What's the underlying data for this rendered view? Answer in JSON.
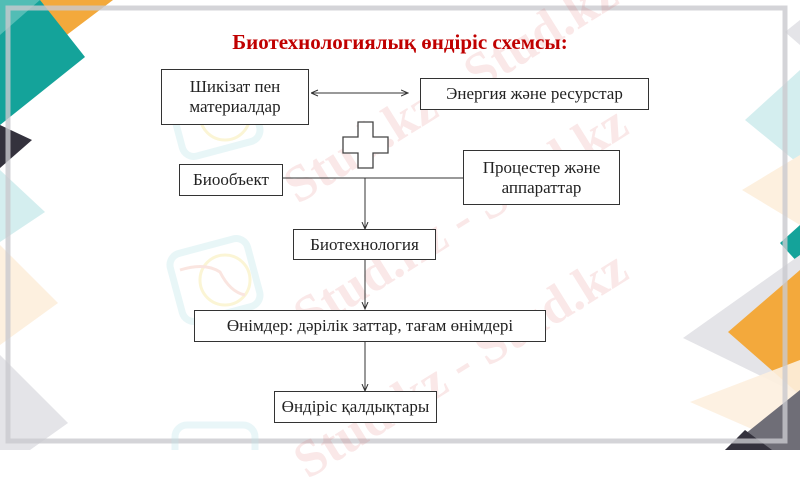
{
  "slide": {
    "title": "Биотехнологиялық өндіріс схемсы:",
    "title_color": "#c00000",
    "watermark_text": "Stud.kz",
    "watermarks": [
      "Stud.kz - Stud.kz",
      "Stud.kz - Stud.kz",
      "Stud.kz - Stud.kz"
    ]
  },
  "diagram": {
    "nodes": {
      "raw_materials": {
        "line1": "Шикізат пен",
        "line2": "материалдар"
      },
      "energy": {
        "label": "Энергия және ресурстар"
      },
      "plus_icon": "plus-icon",
      "bioobject": {
        "label": "Биообъект"
      },
      "processes": {
        "line1": "Процестер және",
        "line2": "аппараттар"
      },
      "biotechnology": {
        "label": "Биотехнология"
      },
      "products": {
        "label": "Өнімдер: дәрілік заттар, тағам өнімдері"
      },
      "waste": {
        "label": "Өндіріс қалдықтары"
      }
    },
    "edges": [
      {
        "from": "raw_materials",
        "to": "energy",
        "type": "bidirectional-arrow"
      },
      {
        "from": "bioobject",
        "to": "processes",
        "type": "line"
      },
      {
        "from": "bioobject-processes-junction",
        "to": "biotechnology",
        "type": "arrow"
      },
      {
        "from": "biotechnology",
        "to": "products",
        "type": "arrow"
      },
      {
        "from": "products",
        "to": "waste",
        "type": "arrow"
      }
    ]
  },
  "colors": {
    "teal": "#14a39a",
    "orange": "#f3a93c",
    "dark": "#34323d",
    "light_teal": "#d4eeef",
    "light_orange": "#fdf0df",
    "light_gray": "#e4e4e8",
    "frame_gray": "#d6d6da"
  }
}
